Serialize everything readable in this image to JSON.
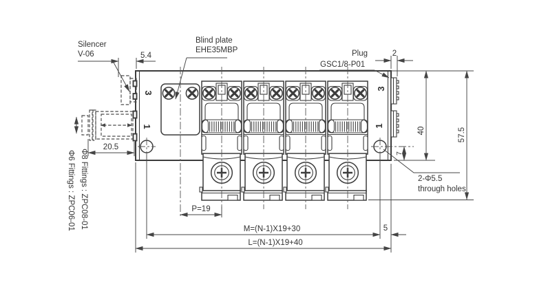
{
  "drawing": {
    "labels": {
      "silencer": {
        "line1": "Silencer",
        "line2": "V-06"
      },
      "blind_plate": {
        "line1": "Blind plate",
        "line2": "EHE35MBP"
      },
      "plug": {
        "line1": "Plug",
        "line2": "GSC1/8-P01"
      },
      "through_holes": {
        "line1": "2-Φ5.5",
        "line2": "through holes"
      },
      "fittings": {
        "phi8": "Φ8 Fittings : ZPC08-01",
        "phi6": "Φ6 Fittings : ZPC06-01"
      }
    },
    "dimensions": {
      "silencer_protrusion": "5.4",
      "plug_protrusion": "2",
      "fitting_protrusion": "20.5",
      "body_height": "40",
      "total_height": "57.5",
      "hole_offset": "7",
      "edge_offset": "5",
      "pitch": "P=19",
      "mount_span": "M=(N-1)X19+30",
      "total_length": "L=(N-1)X19+40"
    },
    "port_numbers": {
      "left_top": "3",
      "left_bottom": "1",
      "right_top": "3",
      "right_bottom": "1"
    }
  }
}
